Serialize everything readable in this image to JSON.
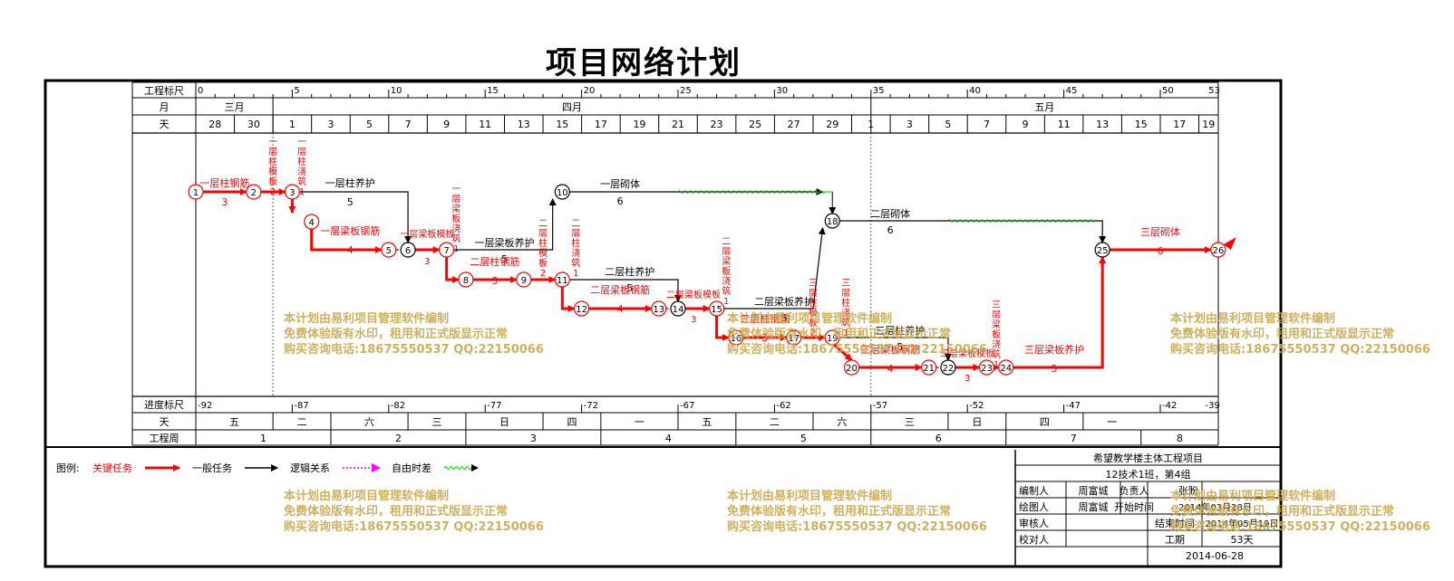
{
  "title": "项目网络计划",
  "rows": {
    "scale": "工程标尺",
    "month": "月",
    "day": "天",
    "progress": "进度标尺",
    "weekday": "天",
    "week": "工程周"
  },
  "scale_ticks": [
    "0",
    "5",
    "10",
    "15",
    "20",
    "25",
    "30",
    "35",
    "40",
    "45",
    "50",
    "53"
  ],
  "months": [
    "三月",
    "四月",
    "五月"
  ],
  "days": [
    "28",
    "30",
    "1",
    "3",
    "5",
    "7",
    "9",
    "11",
    "13",
    "15",
    "17",
    "19",
    "21",
    "23",
    "25",
    "27",
    "29",
    "1",
    "3",
    "5",
    "7",
    "9",
    "11",
    "13",
    "15",
    "17",
    "19"
  ],
  "progress_ticks": [
    "-92",
    "-87",
    "-82",
    "-77",
    "-72",
    "-67",
    "-62",
    "-57",
    "-52",
    "-47",
    "-42",
    "-39"
  ],
  "weekdays": [
    "五",
    "二",
    "六",
    "三",
    "日",
    "四",
    "一",
    "五",
    "二",
    "六",
    "三",
    "日",
    "四",
    "一"
  ],
  "weeks": [
    "1",
    "2",
    "3",
    "4",
    "5",
    "6",
    "7",
    "8"
  ],
  "nodes": [
    "1",
    "2",
    "3",
    "4",
    "5",
    "6",
    "7",
    "8",
    "9",
    "10",
    "11",
    "12",
    "13",
    "14",
    "15",
    "16",
    "17",
    "18",
    "19",
    "20",
    "21",
    "22",
    "23",
    "24",
    "25",
    "26"
  ],
  "tasks": [
    {
      "name": "一层柱钢筋",
      "dur": "3"
    },
    {
      "name": "一层柱模板",
      "dur": "2"
    },
    {
      "name": "一层柱浇筑",
      "dur": "1"
    },
    {
      "name": "一层柱养护",
      "dur": "5"
    },
    {
      "name": "一层梁板钢筋",
      "dur": "4"
    },
    {
      "name": "一层梁板模板",
      "dur": "3"
    },
    {
      "name": "一层梁板浇筑",
      "dur": "1"
    },
    {
      "name": "一层梁板养护",
      "dur": "5"
    },
    {
      "name": "一层砌体",
      "dur": "6"
    },
    {
      "name": "二层柱钢筋",
      "dur": "3"
    },
    {
      "name": "二层柱模板",
      "dur": "2"
    },
    {
      "name": "二层柱浇筑",
      "dur": "1"
    },
    {
      "name": "二层柱养护",
      "dur": "5"
    },
    {
      "name": "二层梁板钢筋",
      "dur": "4"
    },
    {
      "name": "二层梁板模板",
      "dur": "3"
    },
    {
      "name": "二层梁板浇筑",
      "dur": "1"
    },
    {
      "name": "二层梁板养护",
      "dur": "5"
    },
    {
      "name": "二层砌体",
      "dur": "6"
    },
    {
      "name": "三层柱钢筋",
      "dur": "3"
    },
    {
      "name": "三层柱模板",
      "dur": "2"
    },
    {
      "name": "三层柱浇筑",
      "dur": "1"
    },
    {
      "name": "三层柱养护",
      "dur": "5"
    },
    {
      "name": "三层梁板钢筋",
      "dur": "4"
    },
    {
      "name": "三层梁板模板",
      "dur": "3"
    },
    {
      "name": "三层梁板浇筑",
      "dur": "1"
    },
    {
      "name": "三层梁板养护",
      "dur": "5"
    },
    {
      "name": "三层砌体",
      "dur": "6"
    }
  ],
  "legend": {
    "label": "图例:",
    "critical": "关键任务",
    "normal": "一般任务",
    "logic": "逻辑关系",
    "float": "自由时差"
  },
  "info": {
    "project": "希望教学楼主体工程项目",
    "team": "12技术1班，第4组",
    "editor_label": "编制人",
    "editor": "周富城",
    "owner_label": "负责人",
    "owner": "张盼",
    "drawer_label": "绘图人",
    "drawer": "周富城",
    "start_label": "开始时间",
    "start": "2014年03月28日",
    "reviewer_label": "审核人",
    "end_label": "结束时间",
    "end": "2014年05月19日",
    "checker_label": "校对人",
    "duration_label": "工期",
    "duration": "53天",
    "date": "2014-06-28"
  },
  "watermark": {
    "line1": "本计划由易利项目管理软件编制",
    "line2": "免费体验版有水印，租用和正式版显示正常",
    "line3": "购买咨询电话:18675550537 QQ:22150066"
  },
  "colors": {
    "critical": "#ff0000",
    "normal": "#000000",
    "logic": "#ff00ff",
    "float": "#00cc00",
    "watermark": "#c9a84d"
  }
}
